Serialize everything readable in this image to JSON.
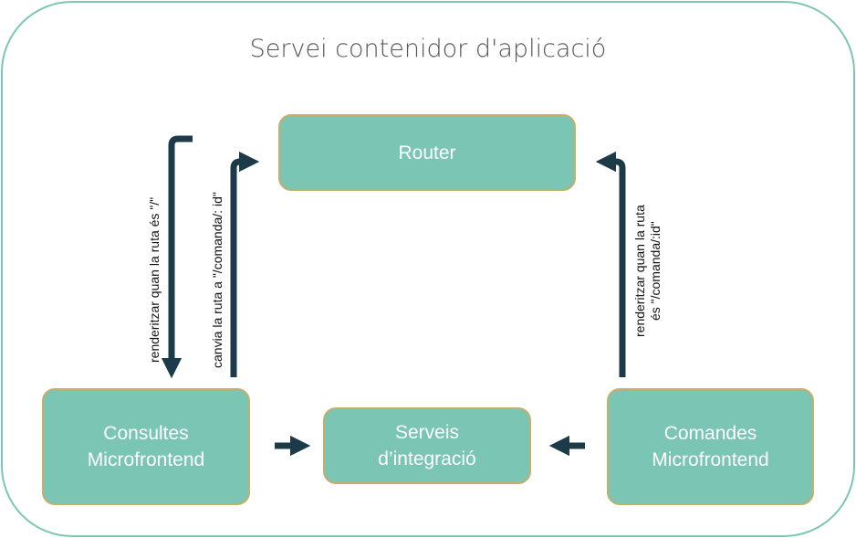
{
  "diagram": {
    "container_title": "Servei contenidor d'aplicació",
    "nodes": {
      "router": {
        "label": "Router"
      },
      "consultes": {
        "line1": "Consultes",
        "line2": "Microfrontend"
      },
      "serveis": {
        "line1": "Serveis",
        "line2": "d’integració"
      },
      "comandes": {
        "line1": "Comandes",
        "line2": "Microfrontend"
      }
    },
    "edge_labels": {
      "consultes_render": "renderitzar quan la ruta és \"/\"",
      "canvia_ruta": "canvia la ruta a \"/comanda/: id\"",
      "comandes_render_line1": "renderitzar quan la ruta",
      "comandes_render_line2": "és \"/comanda/:id\""
    },
    "colors": {
      "node_fill": "#7ac5b3",
      "node_border": "#c9ad6a",
      "container_border": "#7cc6b4",
      "arrow": "#1c3a47",
      "title_text": "#555555"
    }
  }
}
